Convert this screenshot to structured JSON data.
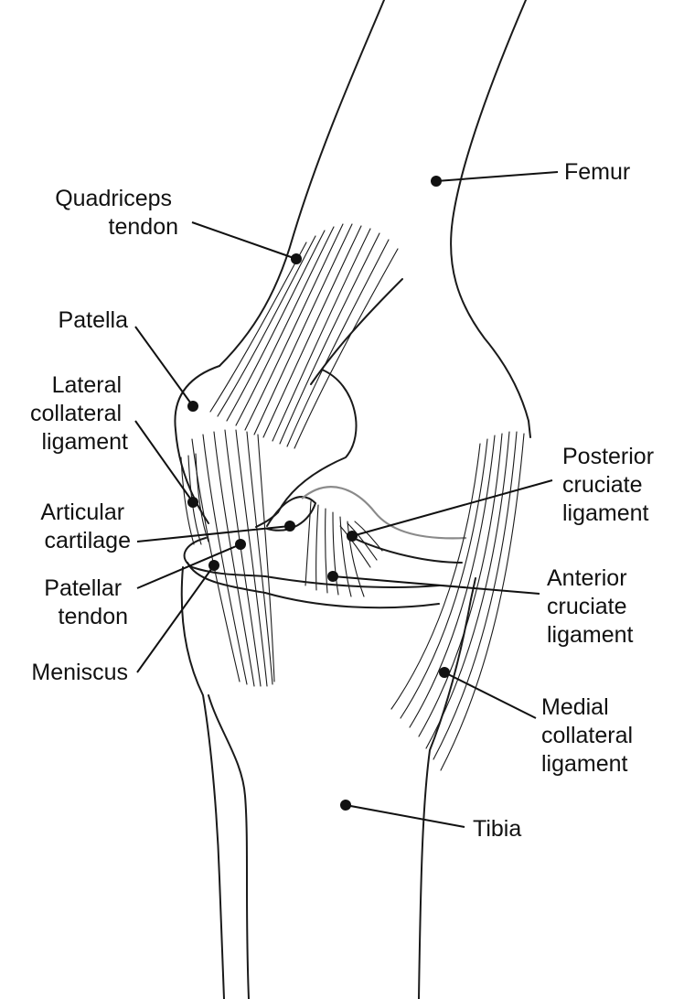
{
  "labels": {
    "femur": "Femur",
    "quadriceps_tendon": [
      "Quadriceps",
      "tendon"
    ],
    "patella": "Patella",
    "lateral_collateral_ligament": [
      "Lateral",
      "collateral",
      "ligament"
    ],
    "articular_cartilage": [
      "Articular",
      "cartilage"
    ],
    "patellar_tendon": [
      "Patellar",
      "tendon"
    ],
    "meniscus": "Meniscus",
    "posterior_cruciate_ligament": [
      "Posterior",
      "cruciate",
      "ligament"
    ],
    "anterior_cruciate_ligament": [
      "Anterior",
      "cruciate",
      "ligament"
    ],
    "medial_collateral_ligament": [
      "Medial",
      "collateral",
      "ligament"
    ],
    "tibia": "Tibia"
  }
}
